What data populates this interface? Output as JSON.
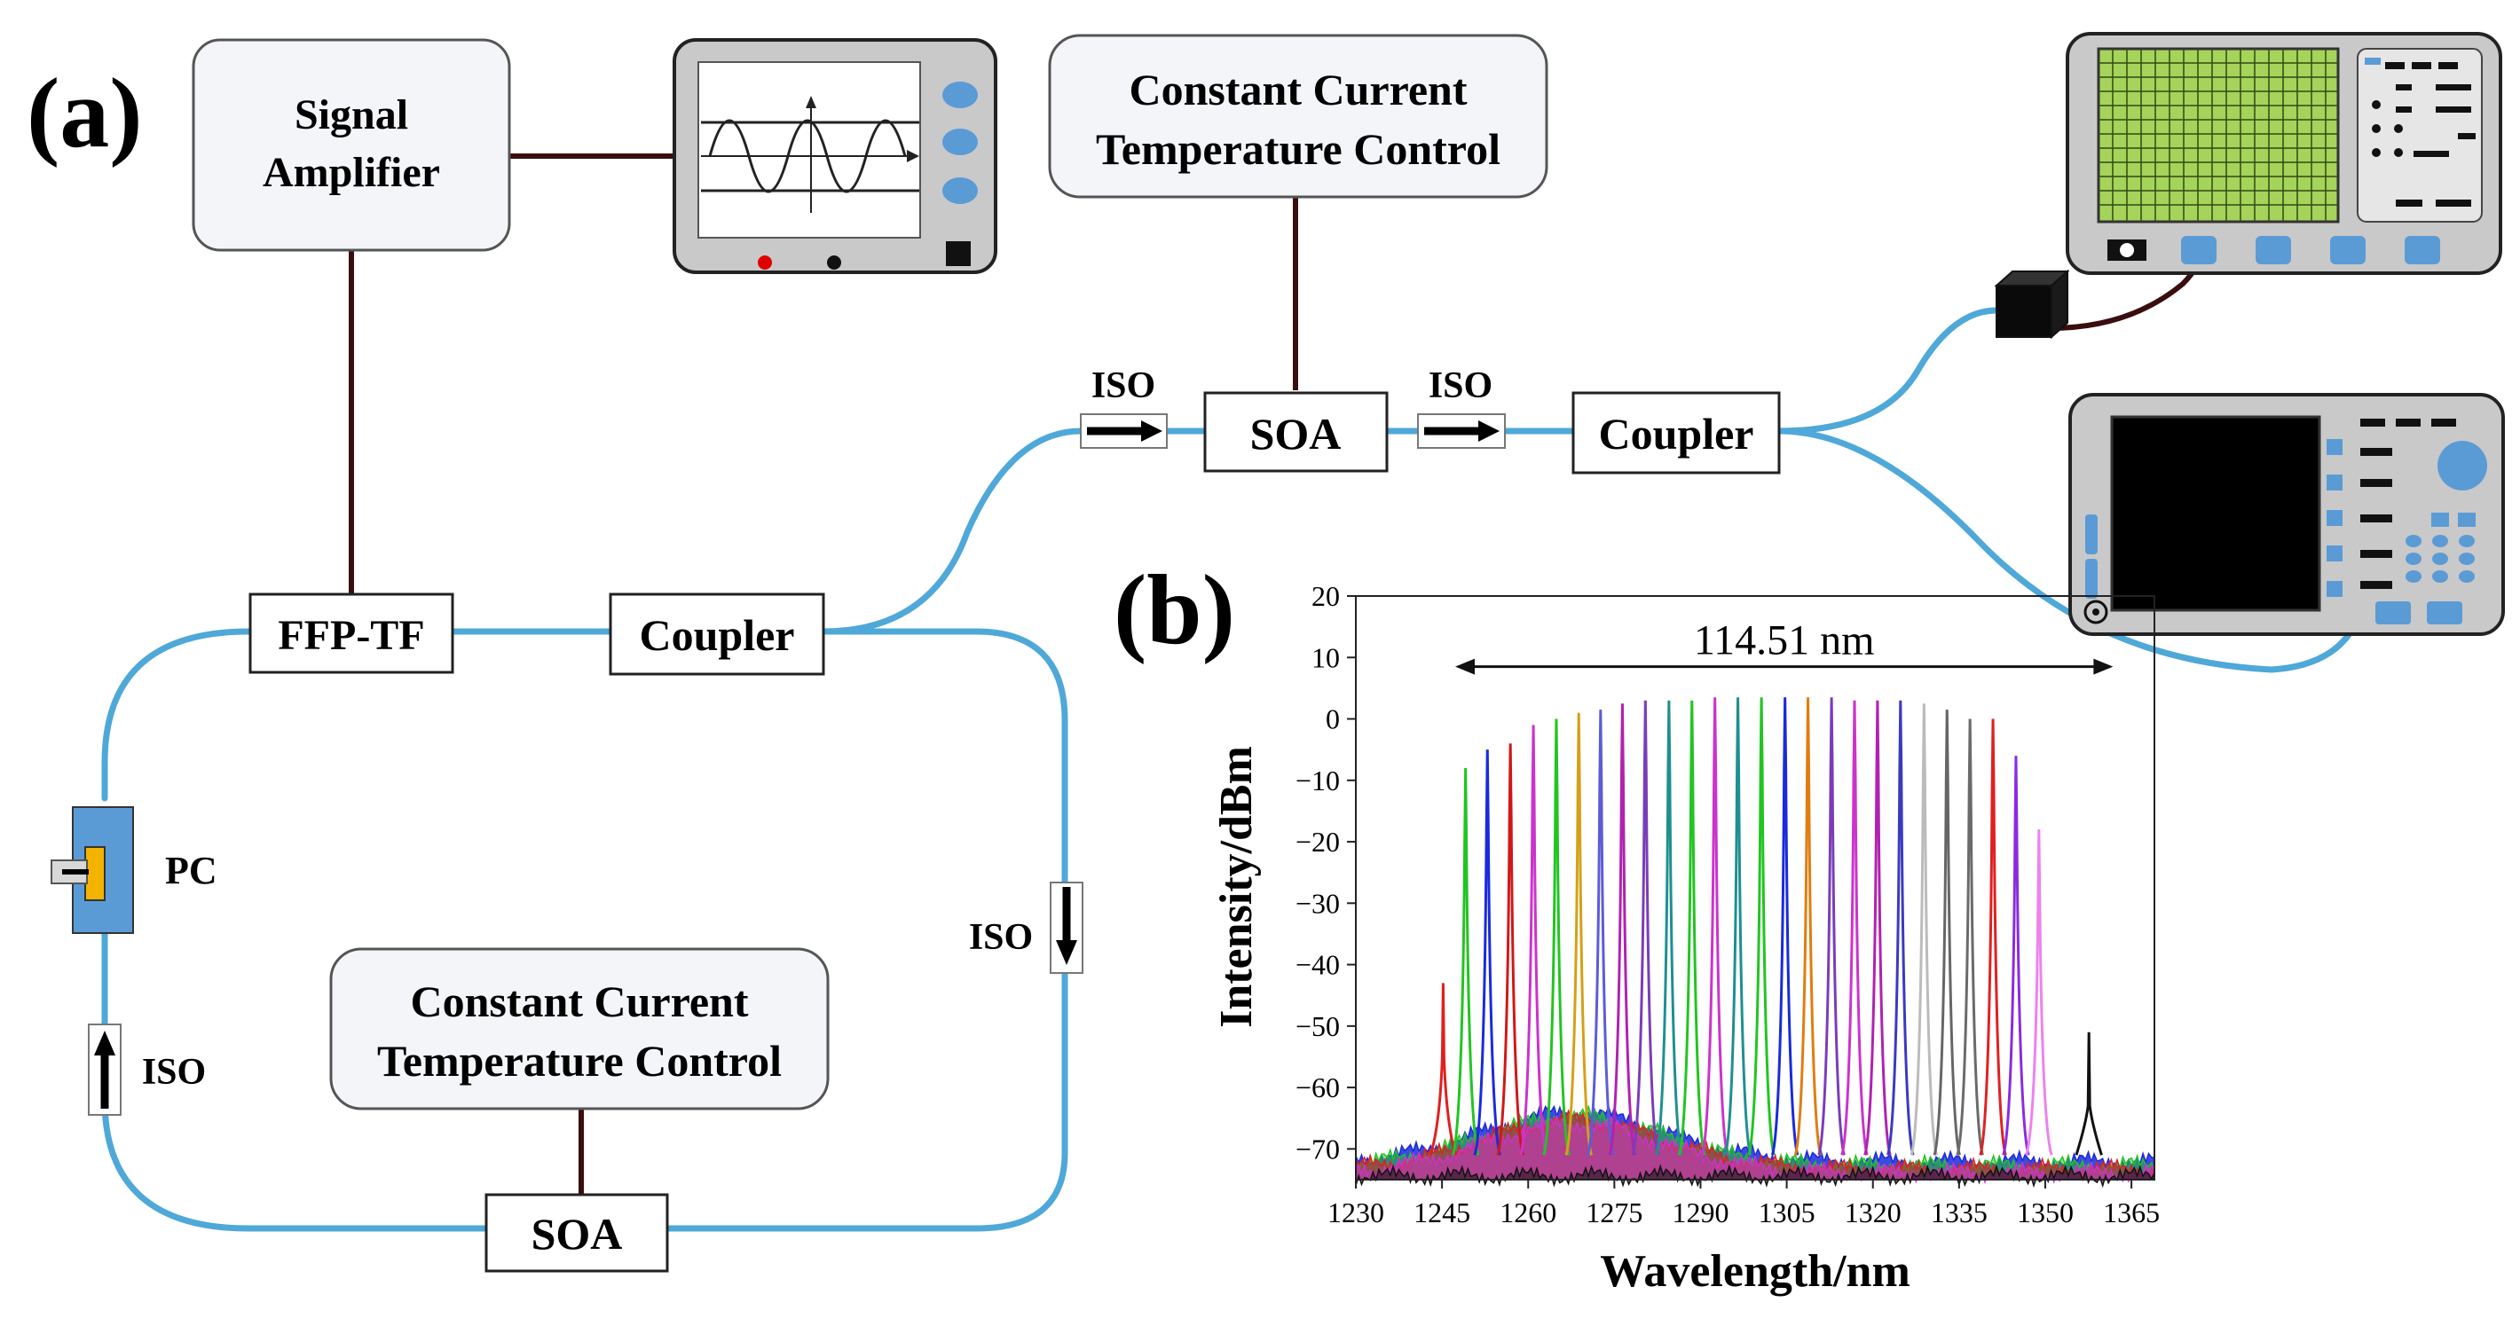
{
  "panel_labels": {
    "a": "(a)",
    "b": "(b)"
  },
  "boxes": {
    "signal_amplifier": [
      "Signal",
      "Amplifier"
    ],
    "cctc_top": [
      "Constant Current",
      "Temperature Control"
    ],
    "cctc_bottom": [
      "Constant Current",
      "Temperature Control"
    ],
    "soa_top": "SOA",
    "soa_bottom": "SOA",
    "coupler_right": "Coupler",
    "coupler_mid": "Coupler",
    "ffp_tf": "FFP-TF"
  },
  "labels": {
    "iso_top_left": "ISO",
    "iso_top_right": "ISO",
    "iso_right": "ISO",
    "iso_left": "ISO",
    "pc": "PC"
  },
  "colors": {
    "fiber": "#4ea8d8",
    "wire": "#3a0e0e",
    "box_border": "#333333",
    "box_fill": "#f4f5f9",
    "instrument_gray": "#c9c9c9",
    "instrument_blue": "#5b9bd5",
    "osa_grid": "#a6d35a"
  },
  "chart_data": {
    "type": "line",
    "title": "",
    "xlabel": "Wavelength/nm",
    "ylabel": "Intensity/dBm",
    "xlim": [
      1230,
      1369
    ],
    "ylim": [
      -75,
      20
    ],
    "xticks": [
      1230,
      1245,
      1260,
      1275,
      1290,
      1305,
      1320,
      1335,
      1350,
      1365
    ],
    "yticks": [
      20,
      10,
      0,
      -10,
      -20,
      -30,
      -40,
      -50,
      -60,
      -70
    ],
    "annotation": {
      "text": "114.51 nm",
      "x_start": 1247.3,
      "x_end": 1361.8,
      "y": 8.5
    },
    "noise_floor_dBm": -72,
    "peaks": [
      {
        "x": 1245.2,
        "y": -43,
        "color": "#e02020"
      },
      {
        "x": 1249.1,
        "y": -8,
        "color": "#22c422"
      },
      {
        "x": 1252.9,
        "y": -5,
        "color": "#1a2adc"
      },
      {
        "x": 1256.9,
        "y": -4,
        "color": "#d01818"
      },
      {
        "x": 1260.9,
        "y": -1,
        "color": "#cc33cc"
      },
      {
        "x": 1264.9,
        "y": 0,
        "color": "#22c422"
      },
      {
        "x": 1268.8,
        "y": 1,
        "color": "#d4a017"
      },
      {
        "x": 1272.6,
        "y": 1.5,
        "color": "#5c5cd6"
      },
      {
        "x": 1276.4,
        "y": 2.5,
        "color": "#b022b0"
      },
      {
        "x": 1280.4,
        "y": 3,
        "color": "#7a3db8"
      },
      {
        "x": 1284.5,
        "y": 3,
        "color": "#1f8f8f"
      },
      {
        "x": 1288.5,
        "y": 3,
        "color": "#22c422"
      },
      {
        "x": 1292.5,
        "y": 3.5,
        "color": "#cc33cc"
      },
      {
        "x": 1296.5,
        "y": 3.5,
        "color": "#1f8f8f"
      },
      {
        "x": 1300.6,
        "y": 3.5,
        "color": "#22c422"
      },
      {
        "x": 1304.7,
        "y": 3.5,
        "color": "#1a2adc"
      },
      {
        "x": 1308.7,
        "y": 3.5,
        "color": "#e07d10"
      },
      {
        "x": 1312.8,
        "y": 3.5,
        "color": "#7a3db8"
      },
      {
        "x": 1316.8,
        "y": 3,
        "color": "#cc33cc"
      },
      {
        "x": 1320.8,
        "y": 3,
        "color": "#b022b0"
      },
      {
        "x": 1324.8,
        "y": 3,
        "color": "#3a3ac0"
      },
      {
        "x": 1328.9,
        "y": 2.5,
        "color": "#bbbbbb"
      },
      {
        "x": 1332.9,
        "y": 1.5,
        "color": "#666666"
      },
      {
        "x": 1336.9,
        "y": 0,
        "color": "#6a6a6a"
      },
      {
        "x": 1340.9,
        "y": 0,
        "color": "#e02020"
      },
      {
        "x": 1344.9,
        "y": -6,
        "color": "#8a2be2"
      },
      {
        "x": 1348.9,
        "y": -18,
        "color": "#ee82ee"
      },
      {
        "x": 1357.6,
        "y": -51,
        "color": "#111111"
      }
    ]
  }
}
